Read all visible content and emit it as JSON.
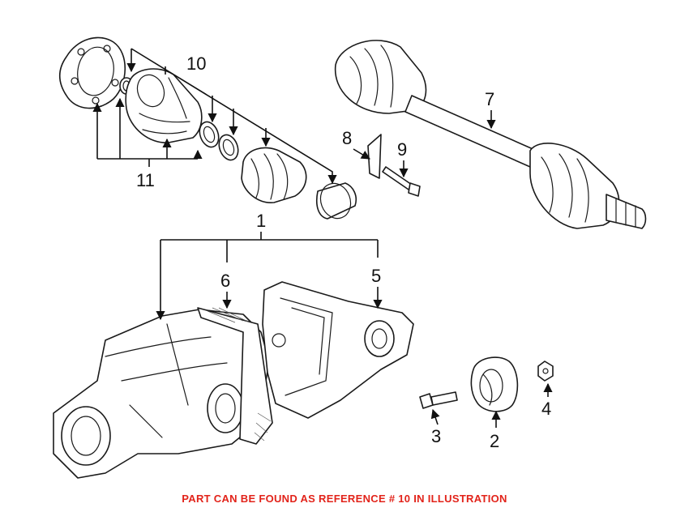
{
  "callouts": {
    "c1": "1",
    "c2": "2",
    "c3": "3",
    "c4": "4",
    "c5": "5",
    "c6": "6",
    "c7": "7",
    "c8": "8",
    "c9": "9",
    "c10": "10",
    "c11": "11"
  },
  "footer_note": "PART CAN BE FOUND AS REFERENCE # 10 IN ILLUSTRATION",
  "colors": {
    "note": "#e2231a",
    "line": "#1a1a1a"
  }
}
